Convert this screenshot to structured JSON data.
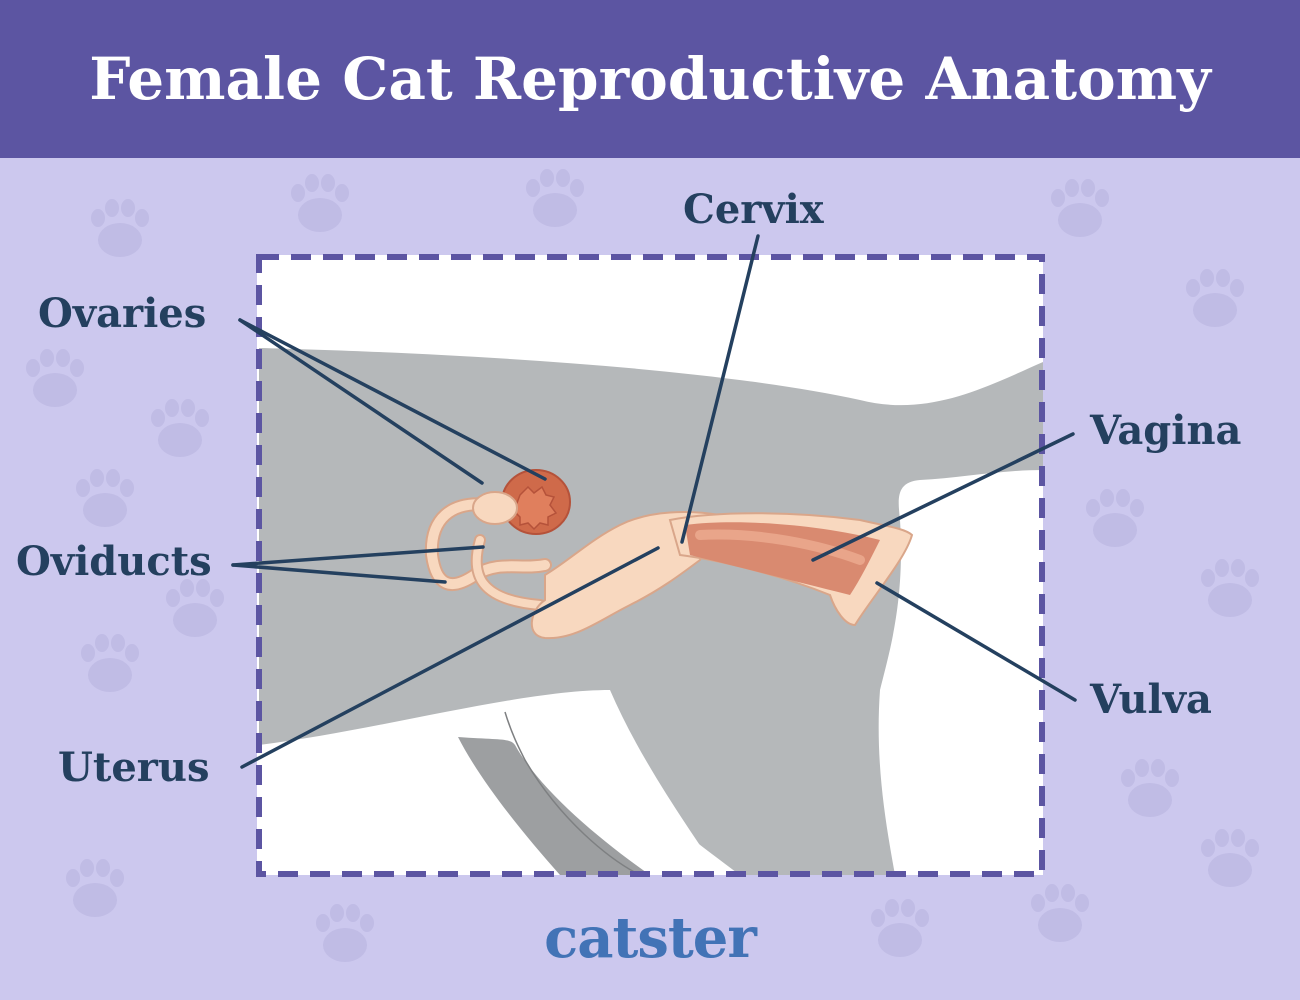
{
  "header": {
    "title": "Female Cat Reproductive Anatomy",
    "background_color": "#5c55a2",
    "text_color": "#ffffff"
  },
  "diagram": {
    "subject": "cat-body-side-view",
    "frame_style": "dashed-border",
    "frame_color": "#5c55a2",
    "label_color": "#24405f",
    "labels": [
      {
        "id": "ovaries",
        "text": "Ovaries",
        "side": "left"
      },
      {
        "id": "oviducts",
        "text": "Oviducts",
        "side": "left"
      },
      {
        "id": "uterus",
        "text": "Uterus",
        "side": "left"
      },
      {
        "id": "cervix",
        "text": "Cervix",
        "side": "top"
      },
      {
        "id": "vagina",
        "text": "Vagina",
        "side": "right"
      },
      {
        "id": "vulva",
        "text": "Vulva",
        "side": "right"
      }
    ]
  },
  "footer": {
    "logo_text": "catster",
    "logo_color": "#4273b6"
  },
  "background": {
    "color": "#ccc8ee",
    "pattern": "paw-prints"
  }
}
